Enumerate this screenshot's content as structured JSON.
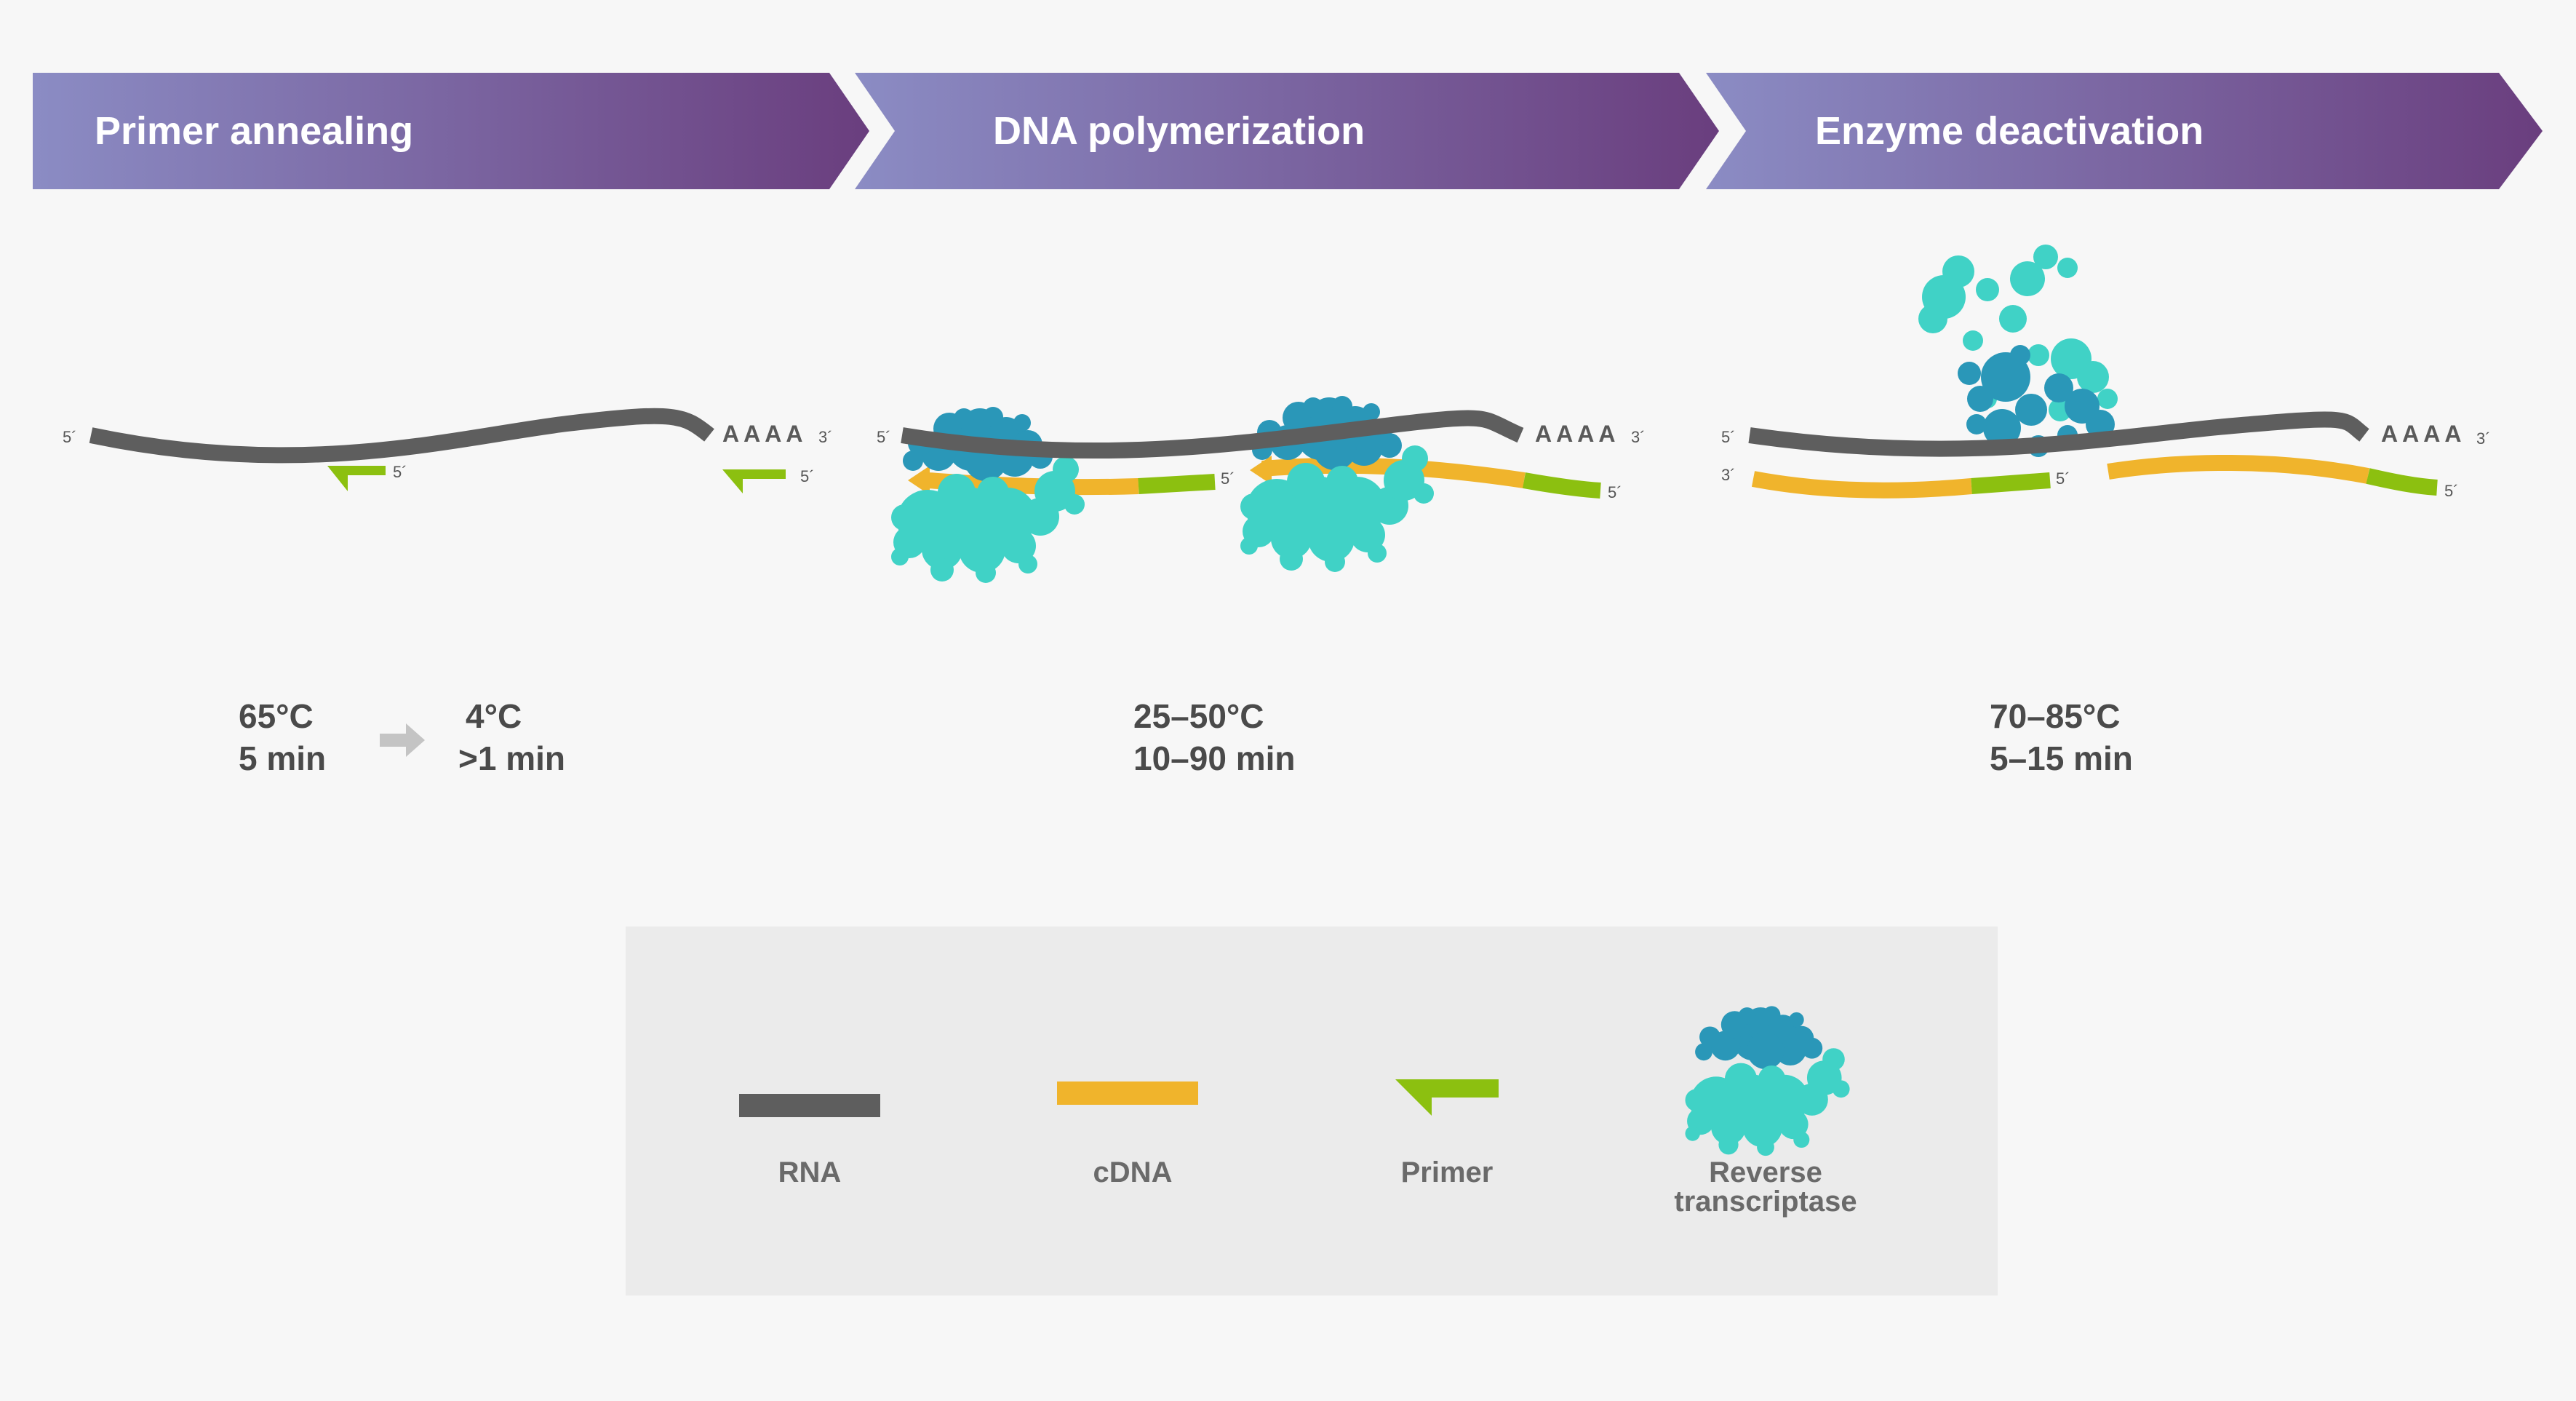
{
  "colors": {
    "banner_start": "#8b8cc4",
    "banner_end": "#6a3e7e",
    "rna": "#5e5e5e",
    "cdna": "#f0b42c",
    "primer": "#8cc010",
    "enzyme_dark": "#2a97b8",
    "enzyme_light": "#40d2c6",
    "legend_bg": "#ebebeb",
    "arrow_gray": "#c4c4c4",
    "text_dark": "#4a4a4a"
  },
  "steps": [
    {
      "title": "Primer annealing",
      "conditions": [
        {
          "temp": "65°C",
          "time": "5 min"
        },
        {
          "temp": "4°C",
          "time": ">1 min"
        }
      ]
    },
    {
      "title": "DNA polymerization",
      "conditions": [
        {
          "temp": "25–50°C",
          "time": "10–90 min"
        }
      ]
    },
    {
      "title": "Enzyme deactivation",
      "conditions": [
        {
          "temp": "70–85°C",
          "time": "5–15 min"
        }
      ]
    }
  ],
  "strand_labels": {
    "five_prime": "5´",
    "three_prime": "3´",
    "poly_a": "AAAA"
  },
  "legend": {
    "rna": "RNA",
    "cdna": "cDNA",
    "primer": "Primer",
    "enzyme_line1": "Reverse",
    "enzyme_line2": "transcriptase"
  }
}
